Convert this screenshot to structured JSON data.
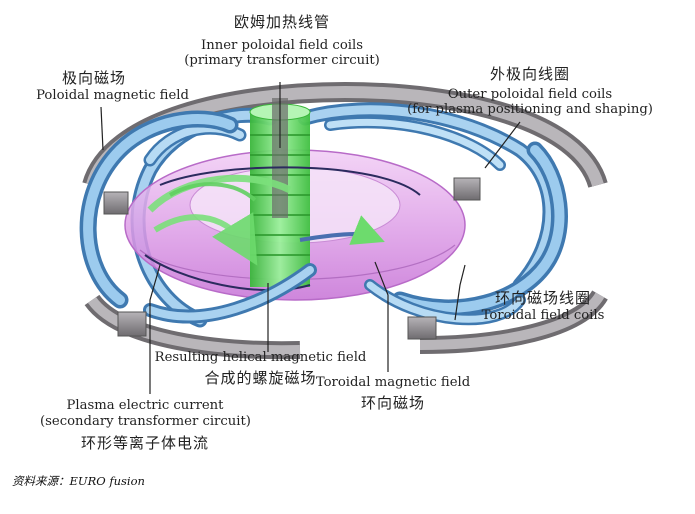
{
  "labels": {
    "inner_coils": {
      "cn": "欧姆加热线管",
      "en1": "Inner poloidal field coils",
      "en2": "(primary transformer circuit)"
    },
    "poloidal_field": {
      "cn": "极向磁场",
      "en1": "Poloidal magnetic field"
    },
    "outer_coils": {
      "cn": "外极向线圈",
      "en1": "Outer poloidal field coils",
      "en2": "(for plasma positioning and shaping)"
    },
    "toroidal_coils": {
      "cn": "环向磁场线圈",
      "en1": "Toroidal field coils"
    },
    "helical_field": {
      "en1": "Resulting helical magnetic field",
      "cn": "合成的螺旋磁场"
    },
    "toroidal_field": {
      "en1": "Toroidal magnetic field",
      "cn": "环向磁场"
    },
    "plasma_current": {
      "en1": "Plasma electric current",
      "en2": "(secondary transformer circuit)",
      "cn": "环形等离子体电流"
    }
  },
  "source": "资料来源：EURO fusion",
  "colors": {
    "coil_blue": "#8fbfe6",
    "coil_blue_dark": "#3f79b0",
    "coil_gray": "#8d8a8e",
    "plasma_pink": "#e0a8e8",
    "solenoid_green": "#5bd65b",
    "field_green": "#7be07b"
  }
}
